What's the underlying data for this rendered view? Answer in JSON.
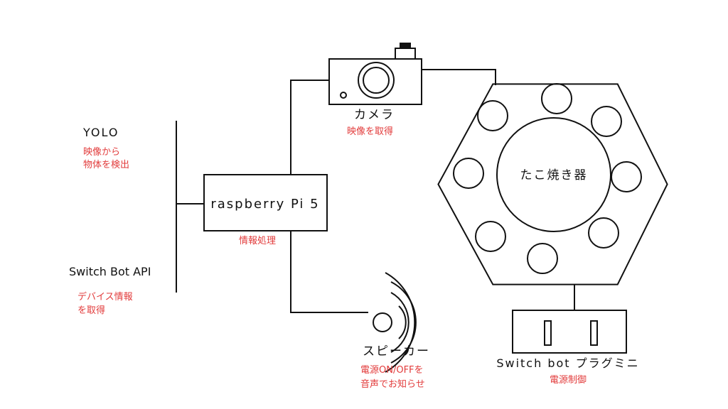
{
  "colors": {
    "line": "#111111",
    "annotation": "#e23b3b",
    "background": "#ffffff"
  },
  "camera": {
    "label": "カメラ",
    "note": "映像を取得"
  },
  "takoyaki": {
    "label": "たこ焼き器"
  },
  "raspberry": {
    "label": "raspberry Pi 5",
    "note": "情報処理"
  },
  "yolo": {
    "label": "YOLO",
    "note_line1": "映像から",
    "note_line2": "物体を検出"
  },
  "switchbot_api": {
    "label": "Switch Bot API",
    "note_line1": "デバイス情報",
    "note_line2": "を取得"
  },
  "speaker": {
    "label": "スピーカー",
    "note_line1": "電源ON/OFFを",
    "note_line2": "音声でお知らせ"
  },
  "plug": {
    "label": "Switch bot プラグミニ",
    "note": "電源制御"
  }
}
